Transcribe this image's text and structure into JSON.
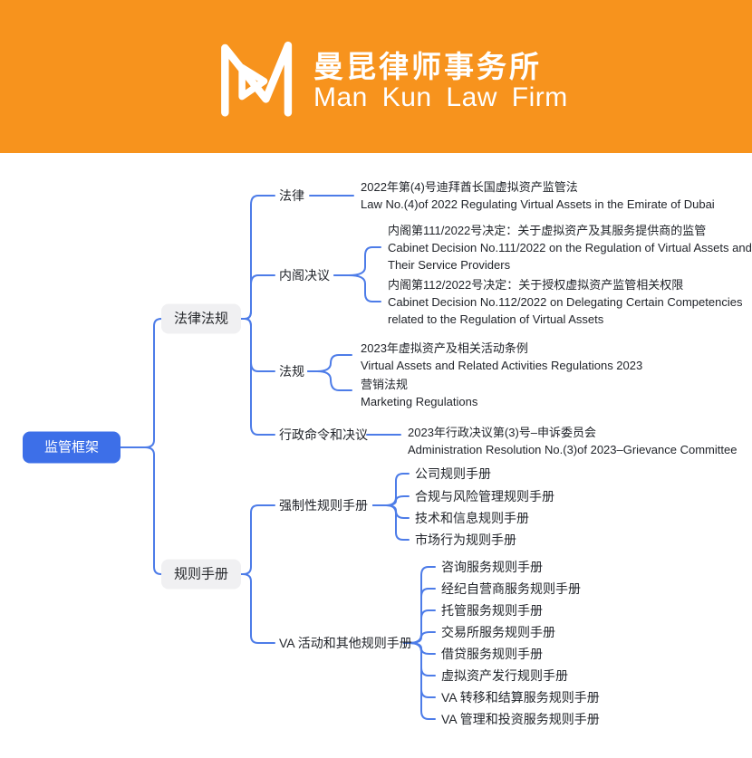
{
  "header": {
    "brand_zh": "曼昆律师事务所",
    "brand_en": "Man Kun Law Firm",
    "logo_icon": "mankun-m-logo",
    "bg_color": "#F7931D"
  },
  "colors": {
    "connector_blue": "#4D7CE8",
    "root_node_bg": "#3D6FE8",
    "branch_node_bg": "#F0F0F2",
    "text": "#21242A"
  },
  "mindmap": {
    "root": {
      "label": "监管框架"
    },
    "branch_laws": {
      "label": "法律法规",
      "children": {
        "law": {
          "label": "法律",
          "leaf": {
            "zh": "2022年第(4)号迪拜酋长国虚拟资产监管法",
            "en": "Law No.(4)of 2022 Regulating Virtual Assets in the Emirate of Dubai"
          }
        },
        "cabinet": {
          "label": "内阁决议",
          "items": [
            {
              "zh": "内阁第111/2022号决定：关于虚拟资产及其服务提供商的监管",
              "en1": "Cabinet Decision No.111/2022 on the Regulation of Virtual Assets and",
              "en2": "Their Service Providers"
            },
            {
              "zh": "内阁第112/2022号决定：关于授权虚拟资产监管相关权限",
              "en1": "Cabinet Decision No.112/2022 on Delegating Certain Competencies",
              "en2": "related to the Regulation of Virtual Assets"
            }
          ]
        },
        "regulations": {
          "label": "法规",
          "items": [
            {
              "zh": "2023年虚拟资产及相关活动条例",
              "en": "Virtual Assets and Related Activities Regulations 2023"
            },
            {
              "zh": "营销法规",
              "en": "Marketing Regulations"
            }
          ]
        },
        "admin": {
          "label": "行政命令和决议",
          "leaf": {
            "zh": "2023年行政决议第(3)号–申诉委员会",
            "en": "Administration Resolution No.(3)of 2023–Grievance Committee"
          }
        }
      }
    },
    "branch_rulebooks": {
      "label": "规则手册",
      "children": {
        "compulsory": {
          "label": "强制性规则手册",
          "items": [
            "公司规则手册",
            "合规与风险管理规则手册",
            "技术和信息规则手册",
            "市场行为规则手册"
          ]
        },
        "va": {
          "label": "VA 活动和其他规则手册",
          "items": [
            "咨询服务规则手册",
            "经纪自营商服务规则手册",
            "托管服务规则手册",
            "交易所服务规则手册",
            "借贷服务规则手册",
            "虚拟资产发行规则手册",
            "VA 转移和结算服务规则手册",
            "VA 管理和投资服务规则手册"
          ]
        }
      }
    }
  }
}
